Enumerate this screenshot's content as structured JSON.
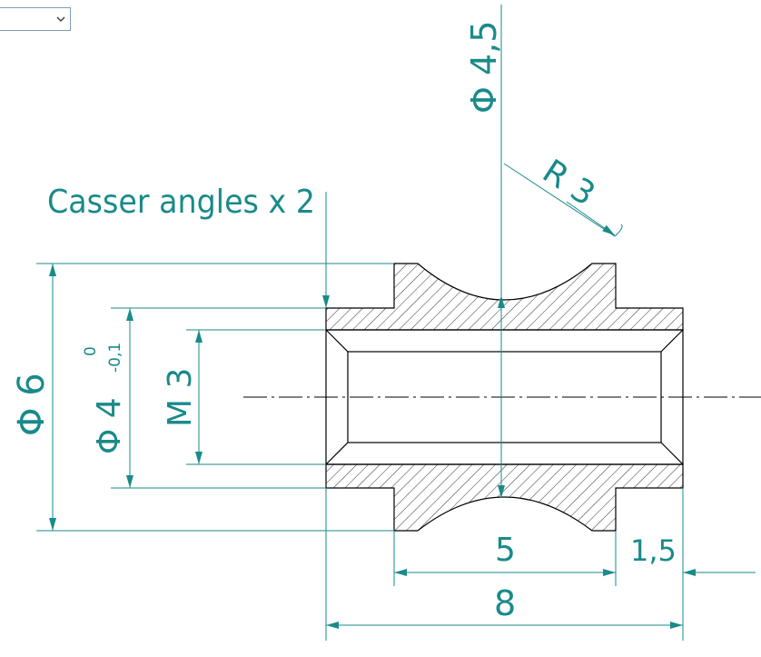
{
  "toolbar": {
    "dropdown_value": ""
  },
  "colors": {
    "dimension": "#1a8a8a",
    "outline": "#000000",
    "hatch": "#000000"
  },
  "annotations": {
    "chamfer_note": "Casser angles x 2",
    "dia_top": "Φ 4,5",
    "radius": "R 3",
    "dia_outer": "Φ 6",
    "dia_mid_main": "Φ 4",
    "dia_mid_tol_upper": "0",
    "dia_mid_tol_lower": "-0,1",
    "thread": "M 3",
    "len_groove": "5",
    "len_shoulder": "1,5",
    "len_total": "8"
  }
}
